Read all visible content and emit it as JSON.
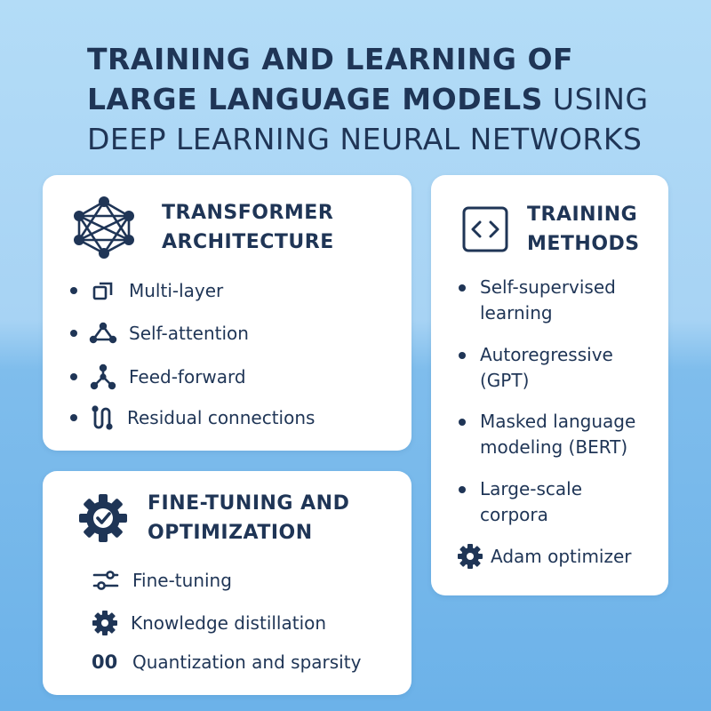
{
  "title": {
    "line1": "Training and learning of",
    "line2_bold": "Large language models",
    "line2_rest": " using",
    "line3": "Deep learning neural networks"
  },
  "transformer": {
    "title_line1": "Transformer",
    "title_line2": "Architecture",
    "icon": "neural-network-icon",
    "items": [
      {
        "label": "Multi-layer",
        "icon": "layers-icon"
      },
      {
        "label": "Self-attention",
        "icon": "attention-graph-icon"
      },
      {
        "label": "Feed-forward",
        "icon": "tree-icon"
      },
      {
        "label": "Residual connections",
        "icon": "residual-path-icon"
      }
    ]
  },
  "training": {
    "title_line1": "Training",
    "title_line2": "Methods",
    "icon": "code-brackets-icon",
    "items": [
      {
        "line1": "Self-supervised",
        "line2": "learning"
      },
      {
        "line1": "Autoregressive",
        "line2": "(GPT)"
      },
      {
        "line1": "Masked language",
        "line2": "modeling (BERT)"
      },
      {
        "line1": "Large-scale",
        "line2": "corpora"
      }
    ],
    "optimizer": {
      "label": "Adam optimizer",
      "icon": "gear-icon"
    }
  },
  "finetune": {
    "title_line1": "Fine-tuning and",
    "title_line2": "Optimization",
    "icon": "gear-check-icon",
    "items": [
      {
        "label": "Fine-tuning",
        "icon": "sliders-icon"
      },
      {
        "label": "Knowledge distillation",
        "icon": "gear-icon"
      },
      {
        "label": "Quantization and sparsity",
        "icon": "zeros-icon",
        "icon_text": "00"
      }
    ]
  },
  "colors": {
    "navy": "#1f3556",
    "card": "#ffffff",
    "bg_top": "#b3dcf7",
    "bg_bottom": "#6cb2e9"
  }
}
